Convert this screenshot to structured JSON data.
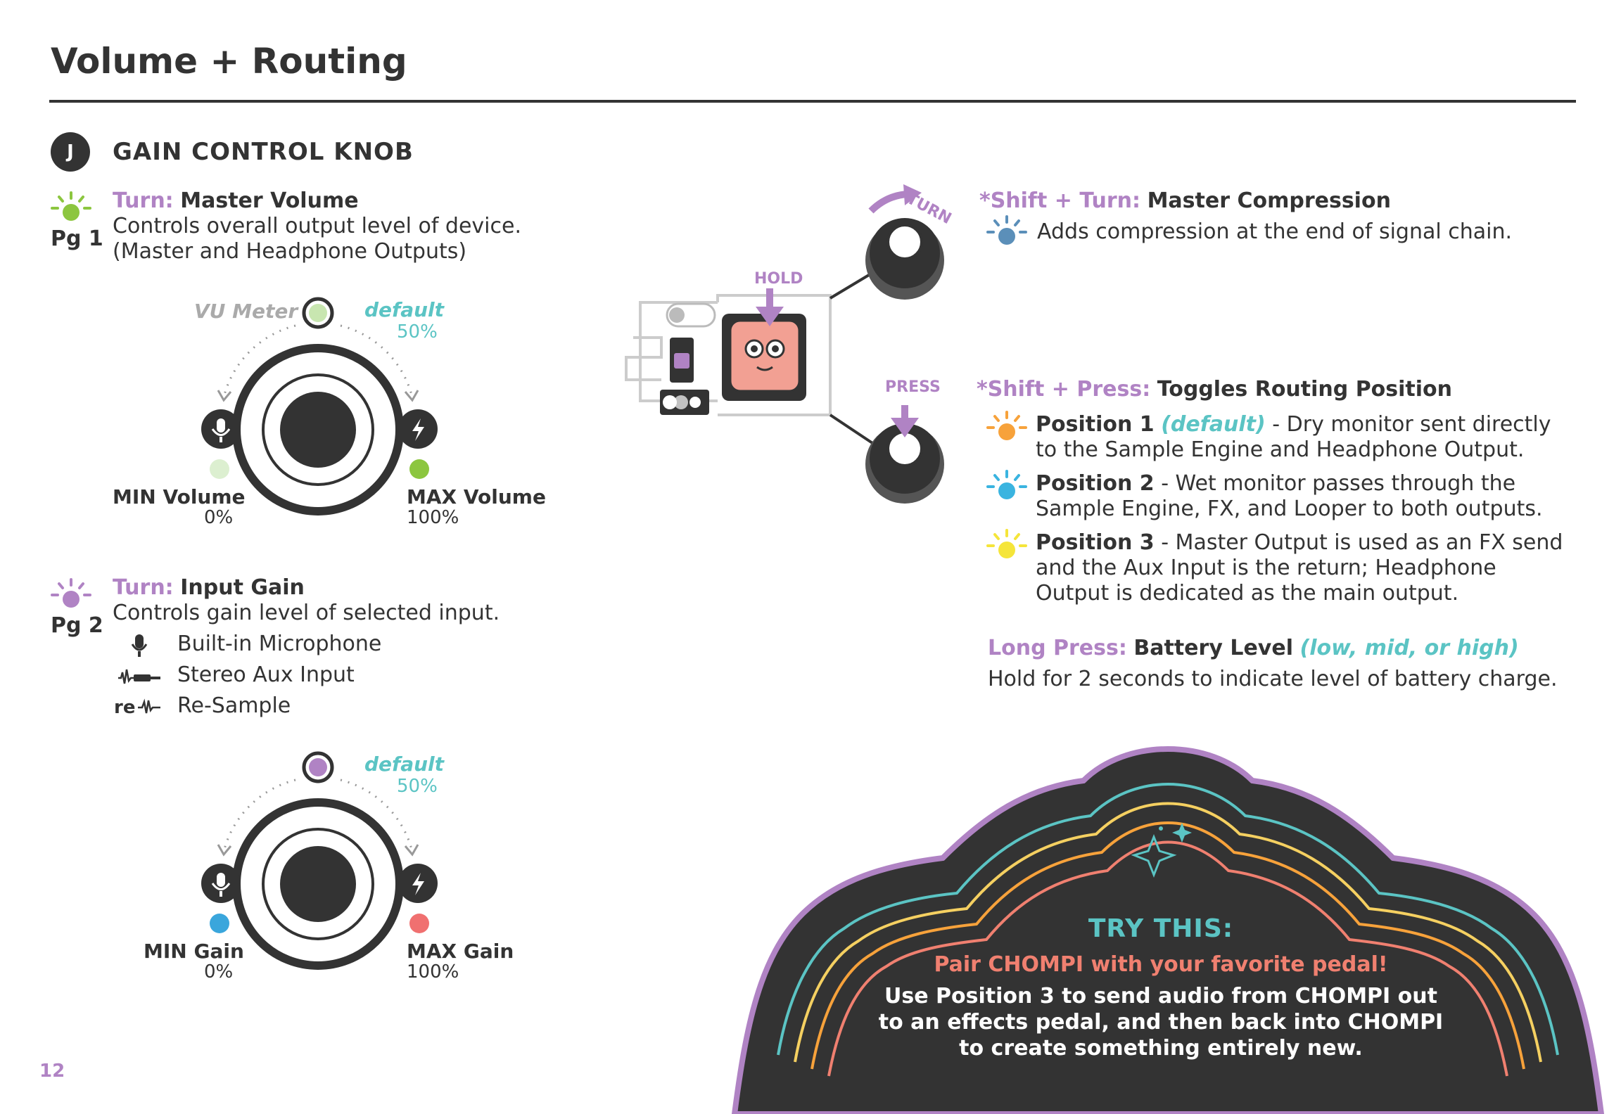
{
  "page": {
    "title": "Volume + Routing",
    "page_number": "12"
  },
  "section": {
    "badge": "J",
    "title": "GAIN CONTROL KNOB"
  },
  "pg1": {
    "label": "Pg 1",
    "turn_prefix": "Turn:",
    "turn_label": "Master Volume",
    "desc_line1": "Controls overall output level of device.",
    "desc_line2": "(Master and Headphone Outputs)"
  },
  "knob1": {
    "vu_label": "VU Meter",
    "default_label": "default",
    "default_pct": "50%",
    "min_label": "MIN Volume",
    "min_pct": "0%",
    "max_label": "MAX Volume",
    "max_pct": "100%",
    "indicator_color": "#c8e6b0",
    "min_dot_color": "#dcefd0",
    "max_dot_color": "#8cc63f"
  },
  "pg2": {
    "label": "Pg 2",
    "turn_prefix": "Turn:",
    "turn_label": "Input Gain",
    "desc_line1": "Controls gain level of selected input.",
    "inputs": [
      {
        "icon": "microphone-icon",
        "label": "Built-in Microphone"
      },
      {
        "icon": "aux-cable-icon",
        "label": "Stereo Aux Input"
      },
      {
        "icon": "resample-icon",
        "label": "Re-Sample"
      }
    ]
  },
  "knob2": {
    "default_label": "default",
    "default_pct": "50%",
    "min_label": "MIN Gain",
    "min_pct": "0%",
    "max_label": "MAX Gain",
    "max_pct": "100%",
    "indicator_color": "#b083c4",
    "min_dot_color": "#3aa6dc",
    "max_dot_color": "#f07070"
  },
  "diagram": {
    "hold_label": "HOLD",
    "turn_label": "TURN",
    "press_label": "PRESS"
  },
  "shift_turn": {
    "prefix": "*Shift + Turn:",
    "label": "Master Compression",
    "desc": "Adds compression at the end of signal chain."
  },
  "shift_press": {
    "prefix": "*Shift + Press:",
    "label": "Toggles Routing Position",
    "positions": [
      {
        "name": "Position 1",
        "tag": "(default)",
        "line1": " - Dry monitor sent directly",
        "line2": "to the Sample Engine and Headphone Output.",
        "color": "#f7a23b"
      },
      {
        "name": "Position 2",
        "tag": "",
        "line1": " - Wet monitor passes through the",
        "line2": "Sample Engine,  FX, and Looper to both outputs.",
        "color": "#3ab4e0"
      },
      {
        "name": "Position 3",
        "tag": "",
        "line1": " - Master Output is used as an FX send",
        "line2": "and the Aux Input is the return; Headphone",
        "line3": "Output is dedicated as the main output.",
        "color": "#f5e53a"
      }
    ]
  },
  "long_press": {
    "prefix": "Long Press:",
    "label": "Battery Level",
    "tag": "(low, mid, or high)",
    "desc": "Hold for 2 seconds to indicate level of battery charge."
  },
  "try_this": {
    "title": "TRY THIS:",
    "subtitle": "Pair CHOMPI with your favorite pedal!",
    "line1": "Use Position 3 to send audio from CHOMPI out",
    "line2": "to an effects pedal, and then back into CHOMPI",
    "line3": "to create something entirely new."
  },
  "colors": {
    "purple": "#b083c4",
    "teal": "#5bc4c4",
    "dark": "#333333",
    "green": "#8cc63f",
    "salmon": "#f08070"
  }
}
